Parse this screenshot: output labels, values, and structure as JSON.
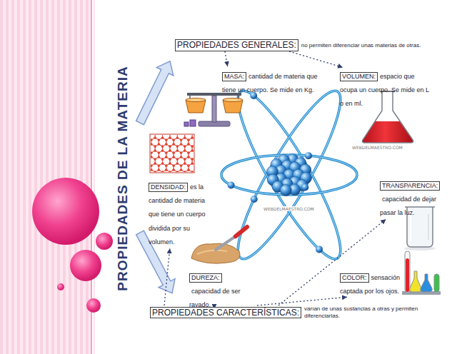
{
  "diagram": {
    "title": "PROPIEDADES DE LA MATERIA",
    "nodes": [
      {
        "text": [
          "PROPIEDADES GENERALES:",
          "no permiten diferenciar unas materias de otras."
        ]
      },
      {
        "text": [
          "MASA:",
          "cantidad de materia que tiene un cuerpo. Se mide en Kg."
        ]
      },
      {
        "text": [
          "VOLUMEN:",
          "espacio que ocupa un cuerpo. Se mide en L o en ml."
        ]
      },
      {
        "text": [
          "DENSIDAD:",
          "es la cantidad de materia que tiene un cuerpo dividida por su volumen."
        ]
      },
      {
        "text": [
          "TRANSPARENCIA:",
          "capacidad de dejar pasar la luz."
        ]
      },
      {
        "text": [
          "DUREZA:",
          "capacidad de ser rayado."
        ]
      },
      {
        "text": [
          "COLOR:",
          "sensación captada por los ojos."
        ]
      },
      {
        "text": [
          "PROPIEDADES CARACTERÍSTICAS:",
          "varían de unas sustancias a otras y permiten diferenciarlas."
        ]
      }
    ],
    "edges": [
      {
        "from": 0,
        "to": 1,
        "arrow": "to"
      },
      {
        "from": 0,
        "to": 2,
        "arrow": "to"
      },
      {
        "from": 7,
        "to": 3,
        "arrow": "to"
      },
      {
        "from": 7,
        "to": 5,
        "arrow": "to"
      },
      {
        "from": 7,
        "to": 6,
        "arrow": "to"
      },
      {
        "from": 7,
        "to": 4,
        "arrow": "to"
      }
    ],
    "labels": [
      "WEBDELMAESTRO.COM",
      "WEBDELMAESTRO.COM"
    ]
  }
}
